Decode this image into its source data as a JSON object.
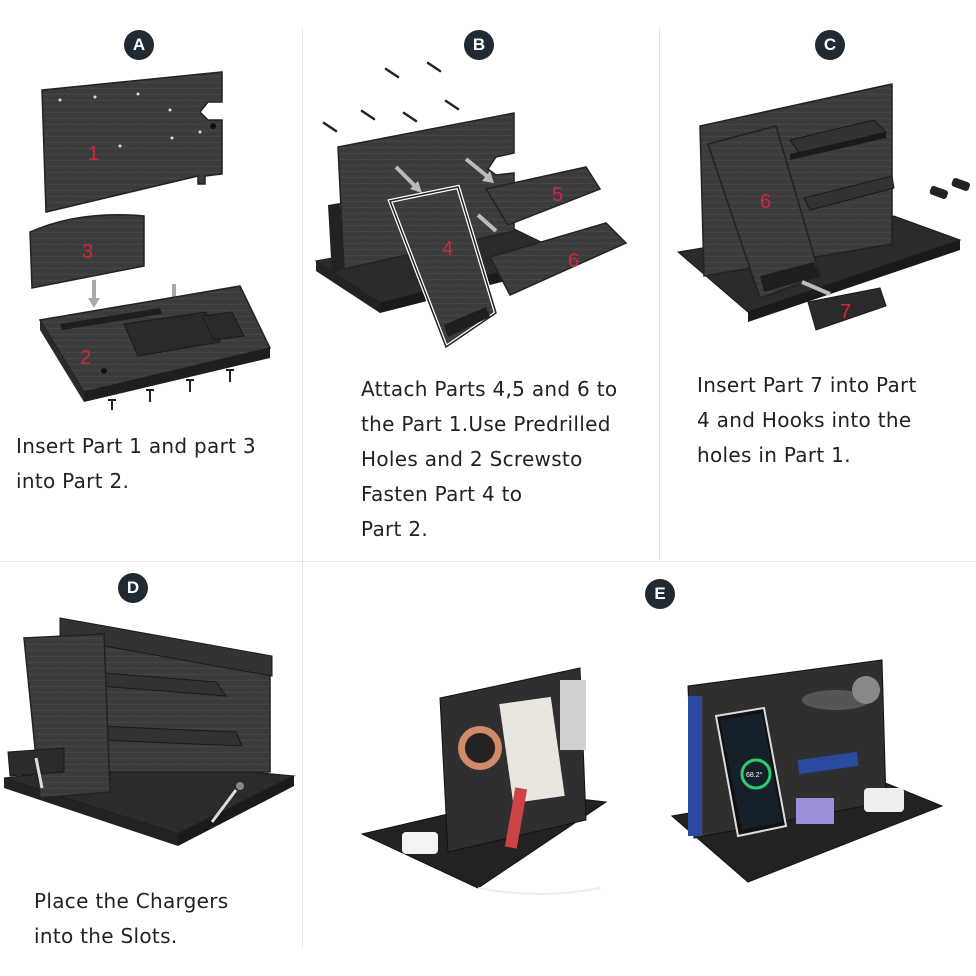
{
  "steps": [
    {
      "badge": "A",
      "caption": [
        "Insert Part 1 and part 3",
        "into Part 2."
      ],
      "part_labels": [
        "1",
        "3",
        "2"
      ]
    },
    {
      "badge": "B",
      "caption": [
        "Attach Parts 4,5 and 6 to",
        "the Part 1.Use Predrilled",
        "Holes and 2 Screwsto",
        "Fasten Part 4 to",
        "Part 2."
      ],
      "part_labels": [
        "4",
        "5",
        "6"
      ]
    },
    {
      "badge": "C",
      "caption": [
        "Insert Part 7 into Part",
        "4 and Hooks into the",
        "holes in Part 1."
      ],
      "part_labels": [
        "6",
        "7"
      ]
    },
    {
      "badge": "D",
      "caption": [
        "Place the Chargers",
        "into the Slots."
      ]
    },
    {
      "badge": "E",
      "phone_reading": "68.2°"
    }
  ],
  "colors": {
    "badge": "#1f2a33",
    "wood": "#3a3a3a",
    "wood_dark": "#1e1e1e",
    "part_label": "#d0263a",
    "divider": "#e6e6e6"
  }
}
